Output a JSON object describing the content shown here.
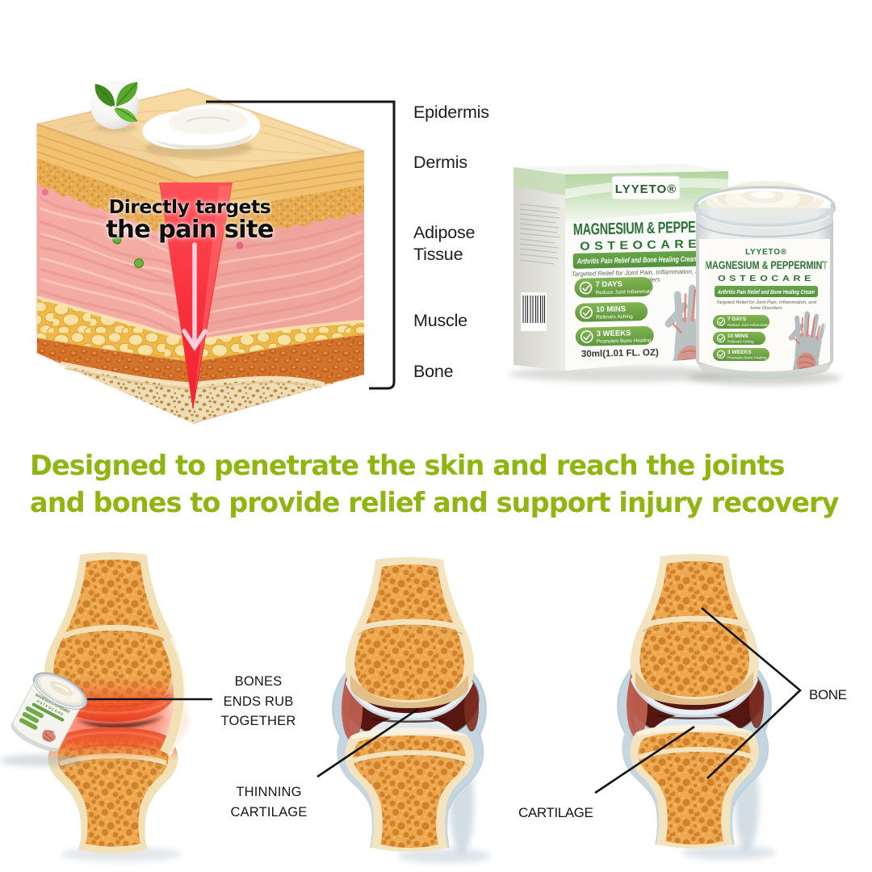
{
  "skin_diagram": {
    "overlay_line1": "Directly targets",
    "overlay_line2": "the pain site",
    "labels": [
      "Epidermis",
      "Dermis",
      "Adipose Tissue",
      "Muscle",
      "Bone"
    ]
  },
  "product": {
    "brand": "LYYETO®",
    "title": "MAGNESIUM & PEPPERMINT",
    "subtitle": "OSTEOCARE",
    "banner": "Arthritis Pain Relief and Bone Healing Cream",
    "tagline_line1": "Targeted Relief for Joint Pain, Inflammation, and",
    "tagline_line2": "bone Disorders",
    "benefits": [
      {
        "duration": "7 DAYS",
        "effect": "Reduce Joint Inflammation"
      },
      {
        "duration": "10 MINS",
        "effect": "Relieves Aching"
      },
      {
        "duration": "3 WEEKS",
        "effect": "Promotes Bone Healing"
      }
    ],
    "volume": "30ml(1.01 FL. OZ)"
  },
  "headline": {
    "line1": "Designed to penetrate the skin and reach the joints",
    "line2": "and bones to provide relief and support injury recovery"
  },
  "joint_labels": {
    "bones_rub_line1": "BONES",
    "bones_rub_line2": "ENDS RUB",
    "bones_rub_line3": "TOGETHER",
    "thinning_line1": "THINNING",
    "thinning_line2": "CARTILAGE",
    "cartilage": "CARTILAGE",
    "bone": "BONE"
  },
  "colors": {
    "headline_green": "#8fb511",
    "brand_green": "#2c7135",
    "banner_green": "#5b9e43",
    "pill_green": "#6fa845",
    "arrow_red": "#f32733",
    "inflamed_red": "#f1492d",
    "bone_orange": "#eda850",
    "capsule_blue": "#c6d6e1"
  }
}
